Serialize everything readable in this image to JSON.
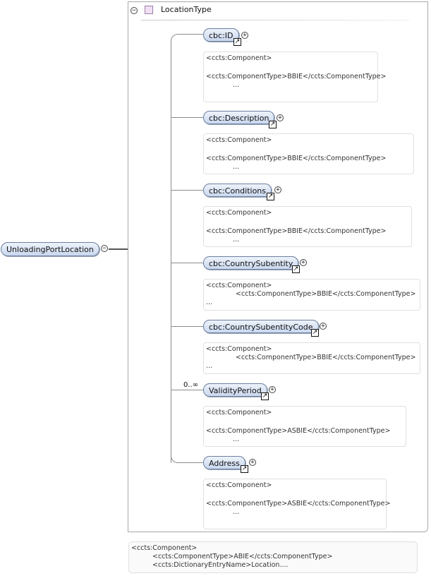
{
  "root": {
    "label": "UnloadingPortLocation"
  },
  "type": {
    "label": "LocationType"
  },
  "elements": [
    {
      "label": "cbc:ID",
      "annotation": [
        "<ccts:Component>",
        "<ccts:ComponentType>BBIE</ccts:ComponentType>",
        "..."
      ]
    },
    {
      "label": "cbc:Description",
      "annotation": [
        "<ccts:Component>",
        "<ccts:ComponentType>BBIE</ccts:ComponentType>",
        "..."
      ]
    },
    {
      "label": "cbc:Conditions",
      "annotation": [
        "<ccts:Component>",
        "<ccts:ComponentType>BBIE</ccts:ComponentType>",
        "..."
      ]
    },
    {
      "label": "cbc:CountrySubentity",
      "annotation": [
        "<ccts:Component>",
        "<ccts:ComponentType>BBIE</ccts:ComponentType>",
        "..."
      ]
    },
    {
      "label": "cbc:CountrySubentityCode",
      "annotation": [
        "<ccts:Component>",
        "<ccts:ComponentType>BBIE</ccts:ComponentType>",
        "..."
      ]
    },
    {
      "label": "ValidityPeriod",
      "occurrence": "0..∞",
      "annotation": [
        "<ccts:Component>",
        "<ccts:ComponentType>ASBIE</ccts:ComponentType>",
        "..."
      ]
    },
    {
      "label": "Address",
      "annotation": [
        "<ccts:Component>",
        "<ccts:ComponentType>ASBIE</ccts:ComponentType>",
        "..."
      ]
    }
  ],
  "bottom_annotation": [
    "<ccts:Component>",
    "<ccts:ComponentType>ABIE</ccts:ComponentType>",
    "<ccts:DictionaryEntryName>Location...."
  ],
  "symbols": {
    "collapse": "−",
    "expand": "+",
    "ref_arrow": "↗"
  }
}
